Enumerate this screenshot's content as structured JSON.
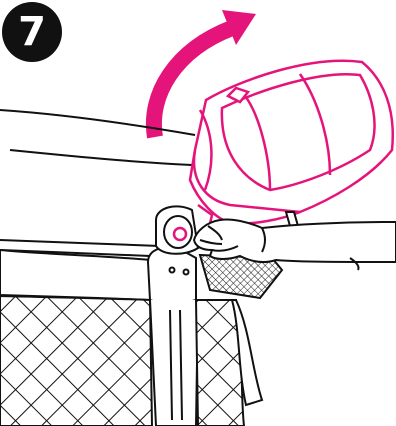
{
  "step": {
    "number": "7"
  },
  "colors": {
    "accent_magenta": "#e5147a",
    "line": "#111111",
    "background": "#ffffff"
  },
  "illustration": {
    "subject": "hand-lifting-bassinet-corner-bracket",
    "arrow_direction": "up-right"
  }
}
